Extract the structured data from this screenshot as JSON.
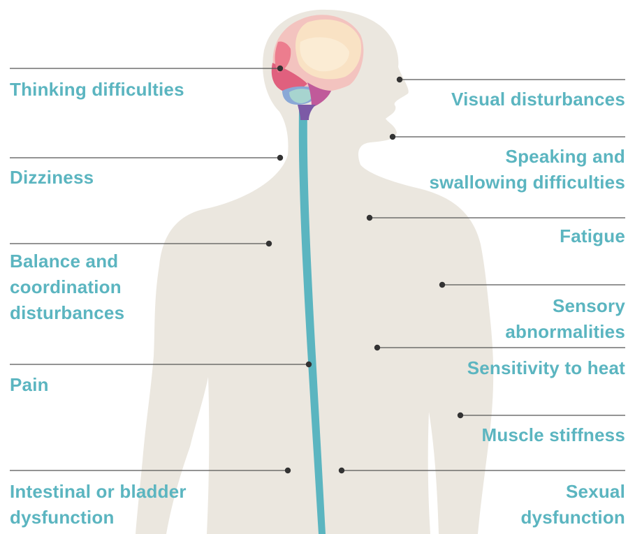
{
  "colors": {
    "body": "#ebe7df",
    "spine": "#5bb5c0",
    "label_text": "#5bb5c0",
    "leader_line": "#555555",
    "dot": "#333333"
  },
  "symptoms": {
    "left": [
      {
        "id": "thinking",
        "text": "Thinking difficulties"
      },
      {
        "id": "dizziness",
        "text": "Dizziness"
      },
      {
        "id": "balance",
        "text": "Balance and\ncoordination\ndisturbances"
      },
      {
        "id": "pain",
        "text": "Pain"
      },
      {
        "id": "intestinal",
        "text": "Intestinal or bladder\ndysfunction"
      }
    ],
    "right": [
      {
        "id": "visual",
        "text": "Visual disturbances"
      },
      {
        "id": "speaking",
        "text": "Speaking and\nswallowing difficulties"
      },
      {
        "id": "fatigue",
        "text": "Fatigue"
      },
      {
        "id": "sensory",
        "text": "Sensory\nabnormalities"
      },
      {
        "id": "heat",
        "text": "Sensitivity to heat"
      },
      {
        "id": "muscle",
        "text": "Muscle stiffness"
      },
      {
        "id": "sexual",
        "text": "Sexual\ndysfunction"
      }
    ]
  }
}
